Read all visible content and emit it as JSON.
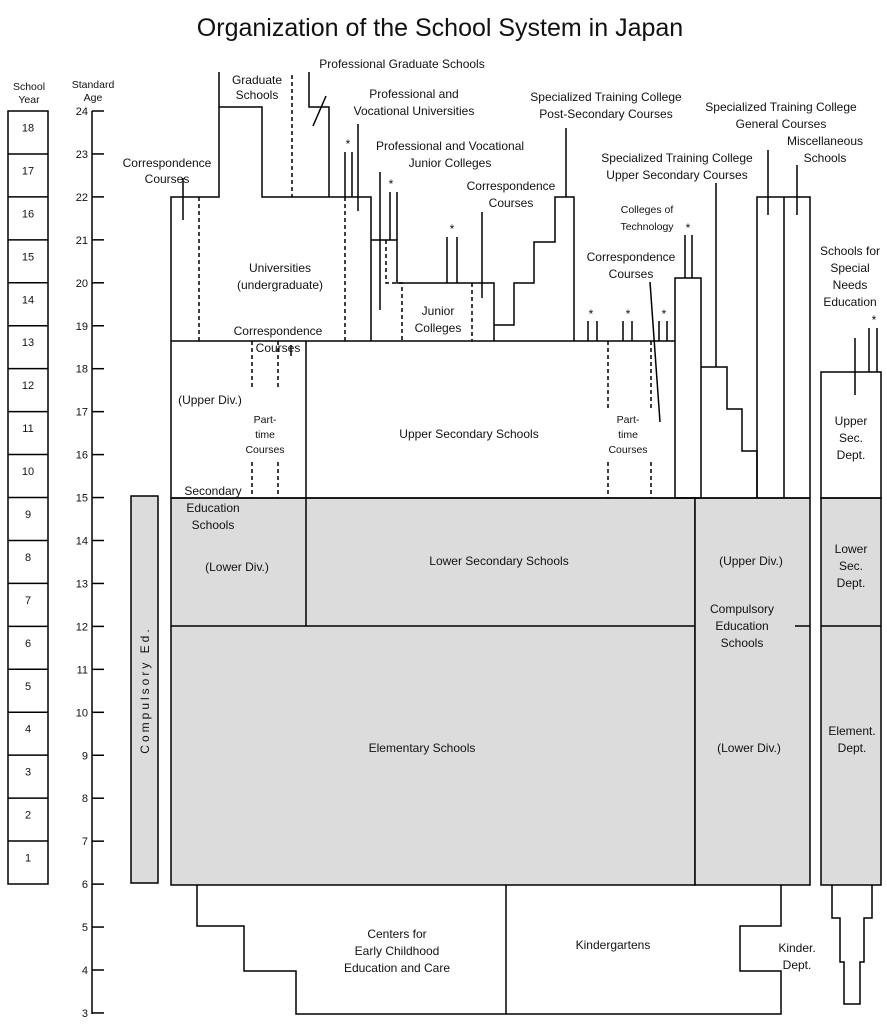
{
  "title": "Organization of the School System in Japan",
  "axis": {
    "school_year_label": [
      "School",
      "Year"
    ],
    "standard_age_label": [
      "Standard",
      "Age"
    ],
    "school_years": [
      "18",
      "17",
      "16",
      "15",
      "14",
      "13",
      "12",
      "11",
      "10",
      "9",
      "8",
      "7",
      "6",
      "5",
      "4",
      "3",
      "2",
      "1"
    ],
    "ages": [
      "24",
      "23",
      "22",
      "21",
      "20",
      "19",
      "18",
      "17",
      "16",
      "15",
      "14",
      "13",
      "12",
      "11",
      "10",
      "9",
      "8",
      "7",
      "6",
      "5",
      "4",
      "3"
    ]
  },
  "compulsory": "Compulsory Ed.",
  "labels": {
    "graduate_schools": [
      "Graduate",
      "Schools"
    ],
    "professional_graduate_schools": [
      "Professional Graduate Schools"
    ],
    "prof_voc_universities": [
      "Professional and",
      "Vocational Universities"
    ],
    "prof_voc_junior_colleges": [
      "Professional and Vocational",
      "Junior Colleges"
    ],
    "correspondence_univ": [
      "Correspondence",
      "Courses"
    ],
    "universities": [
      "Universities",
      "(undergraduate)"
    ],
    "correspondence_upper": [
      "Correspondence",
      "Courses"
    ],
    "junior_colleges": [
      "Junior",
      "Colleges"
    ],
    "correspondence_jc": [
      "Correspondence",
      "Courses"
    ],
    "stc_post_secondary": [
      "Specialized Training College",
      "Post-Secondary Courses"
    ],
    "stc_general": [
      "Specialized Training College",
      "General Courses"
    ],
    "stc_upper_secondary": [
      "Specialized Training College",
      "Upper Secondary Courses"
    ],
    "miscellaneous": [
      "Miscellaneous",
      "Schools"
    ],
    "colleges_of_technology": [
      "Colleges of",
      "Technology"
    ],
    "correspondence_right": [
      "Correspondence",
      "Courses"
    ],
    "special_needs": [
      "Schools for",
      "Special",
      "Needs",
      "Education"
    ],
    "upper_div": [
      "(Upper Div.)"
    ],
    "part_time_left": [
      "Part-",
      "time",
      "Courses"
    ],
    "upper_secondary_schools": [
      "Upper Secondary Schools"
    ],
    "part_time_right": [
      "Part-",
      "time",
      "Courses"
    ],
    "upper_sec_dept": [
      "Upper",
      "Sec.",
      "Dept."
    ],
    "secondary_education_schools": [
      "Secondary",
      "Education",
      "Schools"
    ],
    "lower_div_left": [
      "(Lower Div.)"
    ],
    "lower_secondary_schools": [
      "Lower Secondary Schools"
    ],
    "upper_div_right": [
      "(Upper Div.)"
    ],
    "compulsory_education_schools": [
      "Compulsory",
      "Education",
      "Schools"
    ],
    "lower_sec_dept": [
      "Lower",
      "Sec.",
      "Dept."
    ],
    "elementary_schools": [
      "Elementary Schools"
    ],
    "lower_div_right": [
      "(Lower Div.)"
    ],
    "element_dept": [
      "Element.",
      "Dept."
    ],
    "centers_early_childhood": [
      "Centers for",
      "Early Childhood",
      "Education and Care"
    ],
    "kindergartens": [
      "Kindergartens"
    ],
    "kinder_dept": [
      "Kinder.",
      "Dept."
    ]
  },
  "asterisk": "*"
}
